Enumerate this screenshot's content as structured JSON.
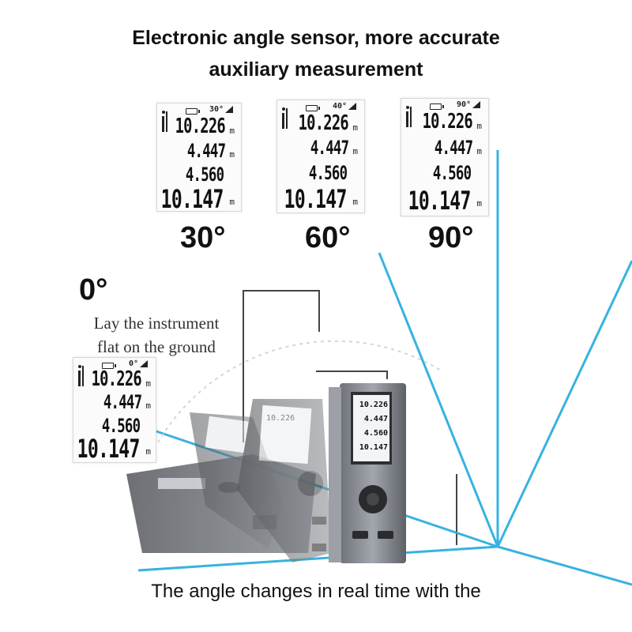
{
  "headline": {
    "line1": "Electronic angle sensor, more accurate",
    "line2": "auxiliary measurement"
  },
  "lcd_panels": [
    {
      "id": "30",
      "angle_reading": "30°",
      "values": [
        "10.226",
        "4.447",
        "4.560",
        "10.147"
      ],
      "unit": "m"
    },
    {
      "id": "60",
      "angle_reading": "40°",
      "values": [
        "10.226",
        "4.447",
        "4.560",
        "10.147"
      ],
      "unit": "m"
    },
    {
      "id": "90",
      "angle_reading": "90°",
      "values": [
        "10.226",
        "4.447",
        "4.560",
        "10.147"
      ],
      "unit": "m"
    },
    {
      "id": "0",
      "angle_reading": "0°",
      "values": [
        "10.226",
        "4.447",
        "4.560",
        "10.147"
      ],
      "unit": "m"
    }
  ],
  "angle_labels": {
    "a30": "30°",
    "a60": "60°",
    "a90": "90°",
    "a0": "0°"
  },
  "caption": {
    "line1": "Lay the instrument",
    "line2": "flat on the ground"
  },
  "device_screen": {
    "values": [
      "10.226",
      "4.447",
      "4.560",
      "10.147"
    ]
  },
  "footer": "The angle changes in real time with the",
  "colors": {
    "laser": "#22aadd",
    "device_body": "#8c8f96",
    "device_dark": "#3a3c40",
    "text": "#111111"
  }
}
